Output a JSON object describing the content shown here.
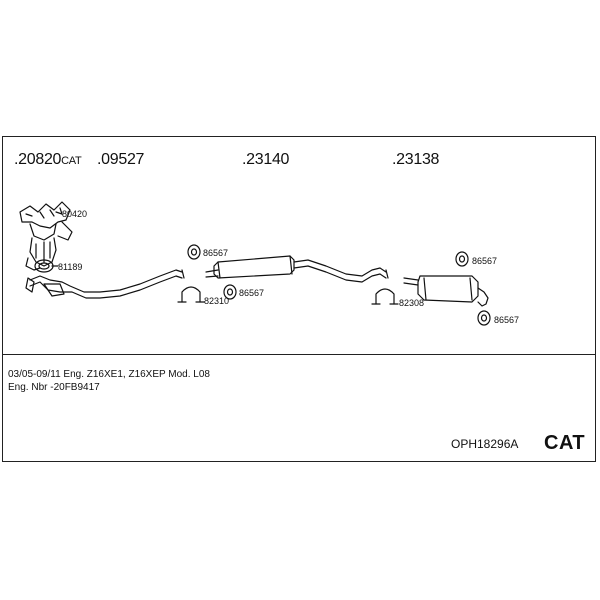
{
  "header_parts": [
    {
      "number": ".20820",
      "suffix": "CAT"
    },
    {
      "number": ".09527",
      "suffix": ""
    },
    {
      "number": ".23140",
      "suffix": ""
    },
    {
      "number": ".23138",
      "suffix": ""
    }
  ],
  "callouts": {
    "manifold": "80420",
    "gasket": "81189",
    "hanger_mid_top": "86567",
    "hanger_mid_bottom": "86567",
    "clamp_mid": "82310",
    "hanger_rear_top": "86567",
    "hanger_rear_bottom": "86567",
    "clamp_rear": "82308"
  },
  "info": {
    "line1": "03/05-09/11   Eng. Z16XE1, Z16XEP   Mod. L08",
    "line2": "Eng. Nbr -20FB9417"
  },
  "kit_code": "OPH18296A",
  "kit_type": "CAT"
}
